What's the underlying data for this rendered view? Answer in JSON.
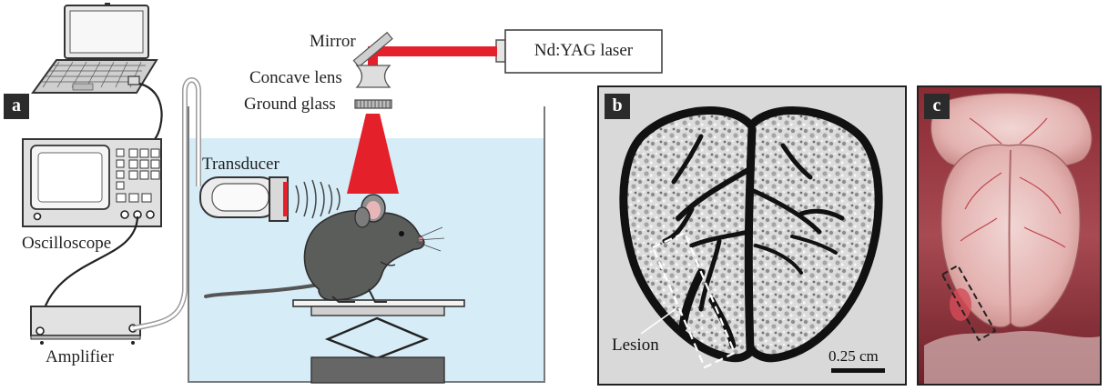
{
  "panels": {
    "a": "a",
    "b": "b",
    "c": "c"
  },
  "labels": {
    "mirror": "Mirror",
    "concave_lens": "Concave lens",
    "ground_glass": "Ground glass",
    "laser": "Nd:YAG laser",
    "transducer": "Transducer",
    "oscilloscope": "Oscilloscope",
    "amplifier": "Amplifier",
    "lesion": "Lesion",
    "scale_bar": "0.25 cm"
  },
  "colors": {
    "laser_beam": "#e4202a",
    "water": "#d6ecf7",
    "tank_outline": "#7a7a7a",
    "dashed_box_b": "#ffffff",
    "dashed_box_c": "#222222"
  }
}
